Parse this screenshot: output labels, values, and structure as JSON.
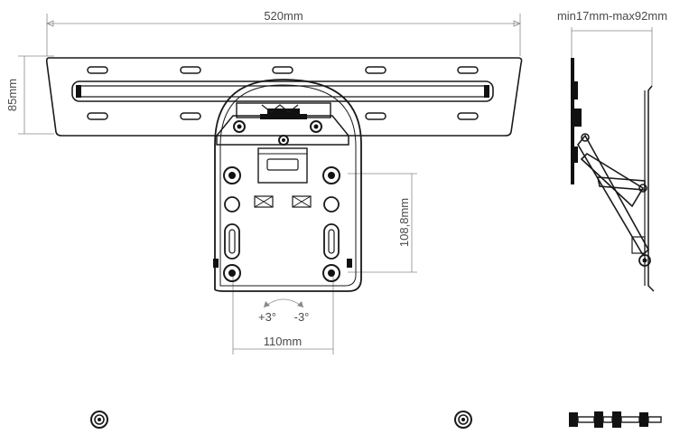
{
  "dimensions": {
    "width_label": "520mm",
    "height_label": "85mm",
    "depth_label": "min17mm-max92mm",
    "vertical_spacing_label": "108,8mm",
    "horizontal_spacing_label": "110mm",
    "tilt_plus_label": "+3°",
    "tilt_minus_label": "-3°"
  },
  "colors": {
    "ink": "#111111",
    "dimension_line": "#8a8a8a",
    "label_text": "#4a4a4a"
  }
}
